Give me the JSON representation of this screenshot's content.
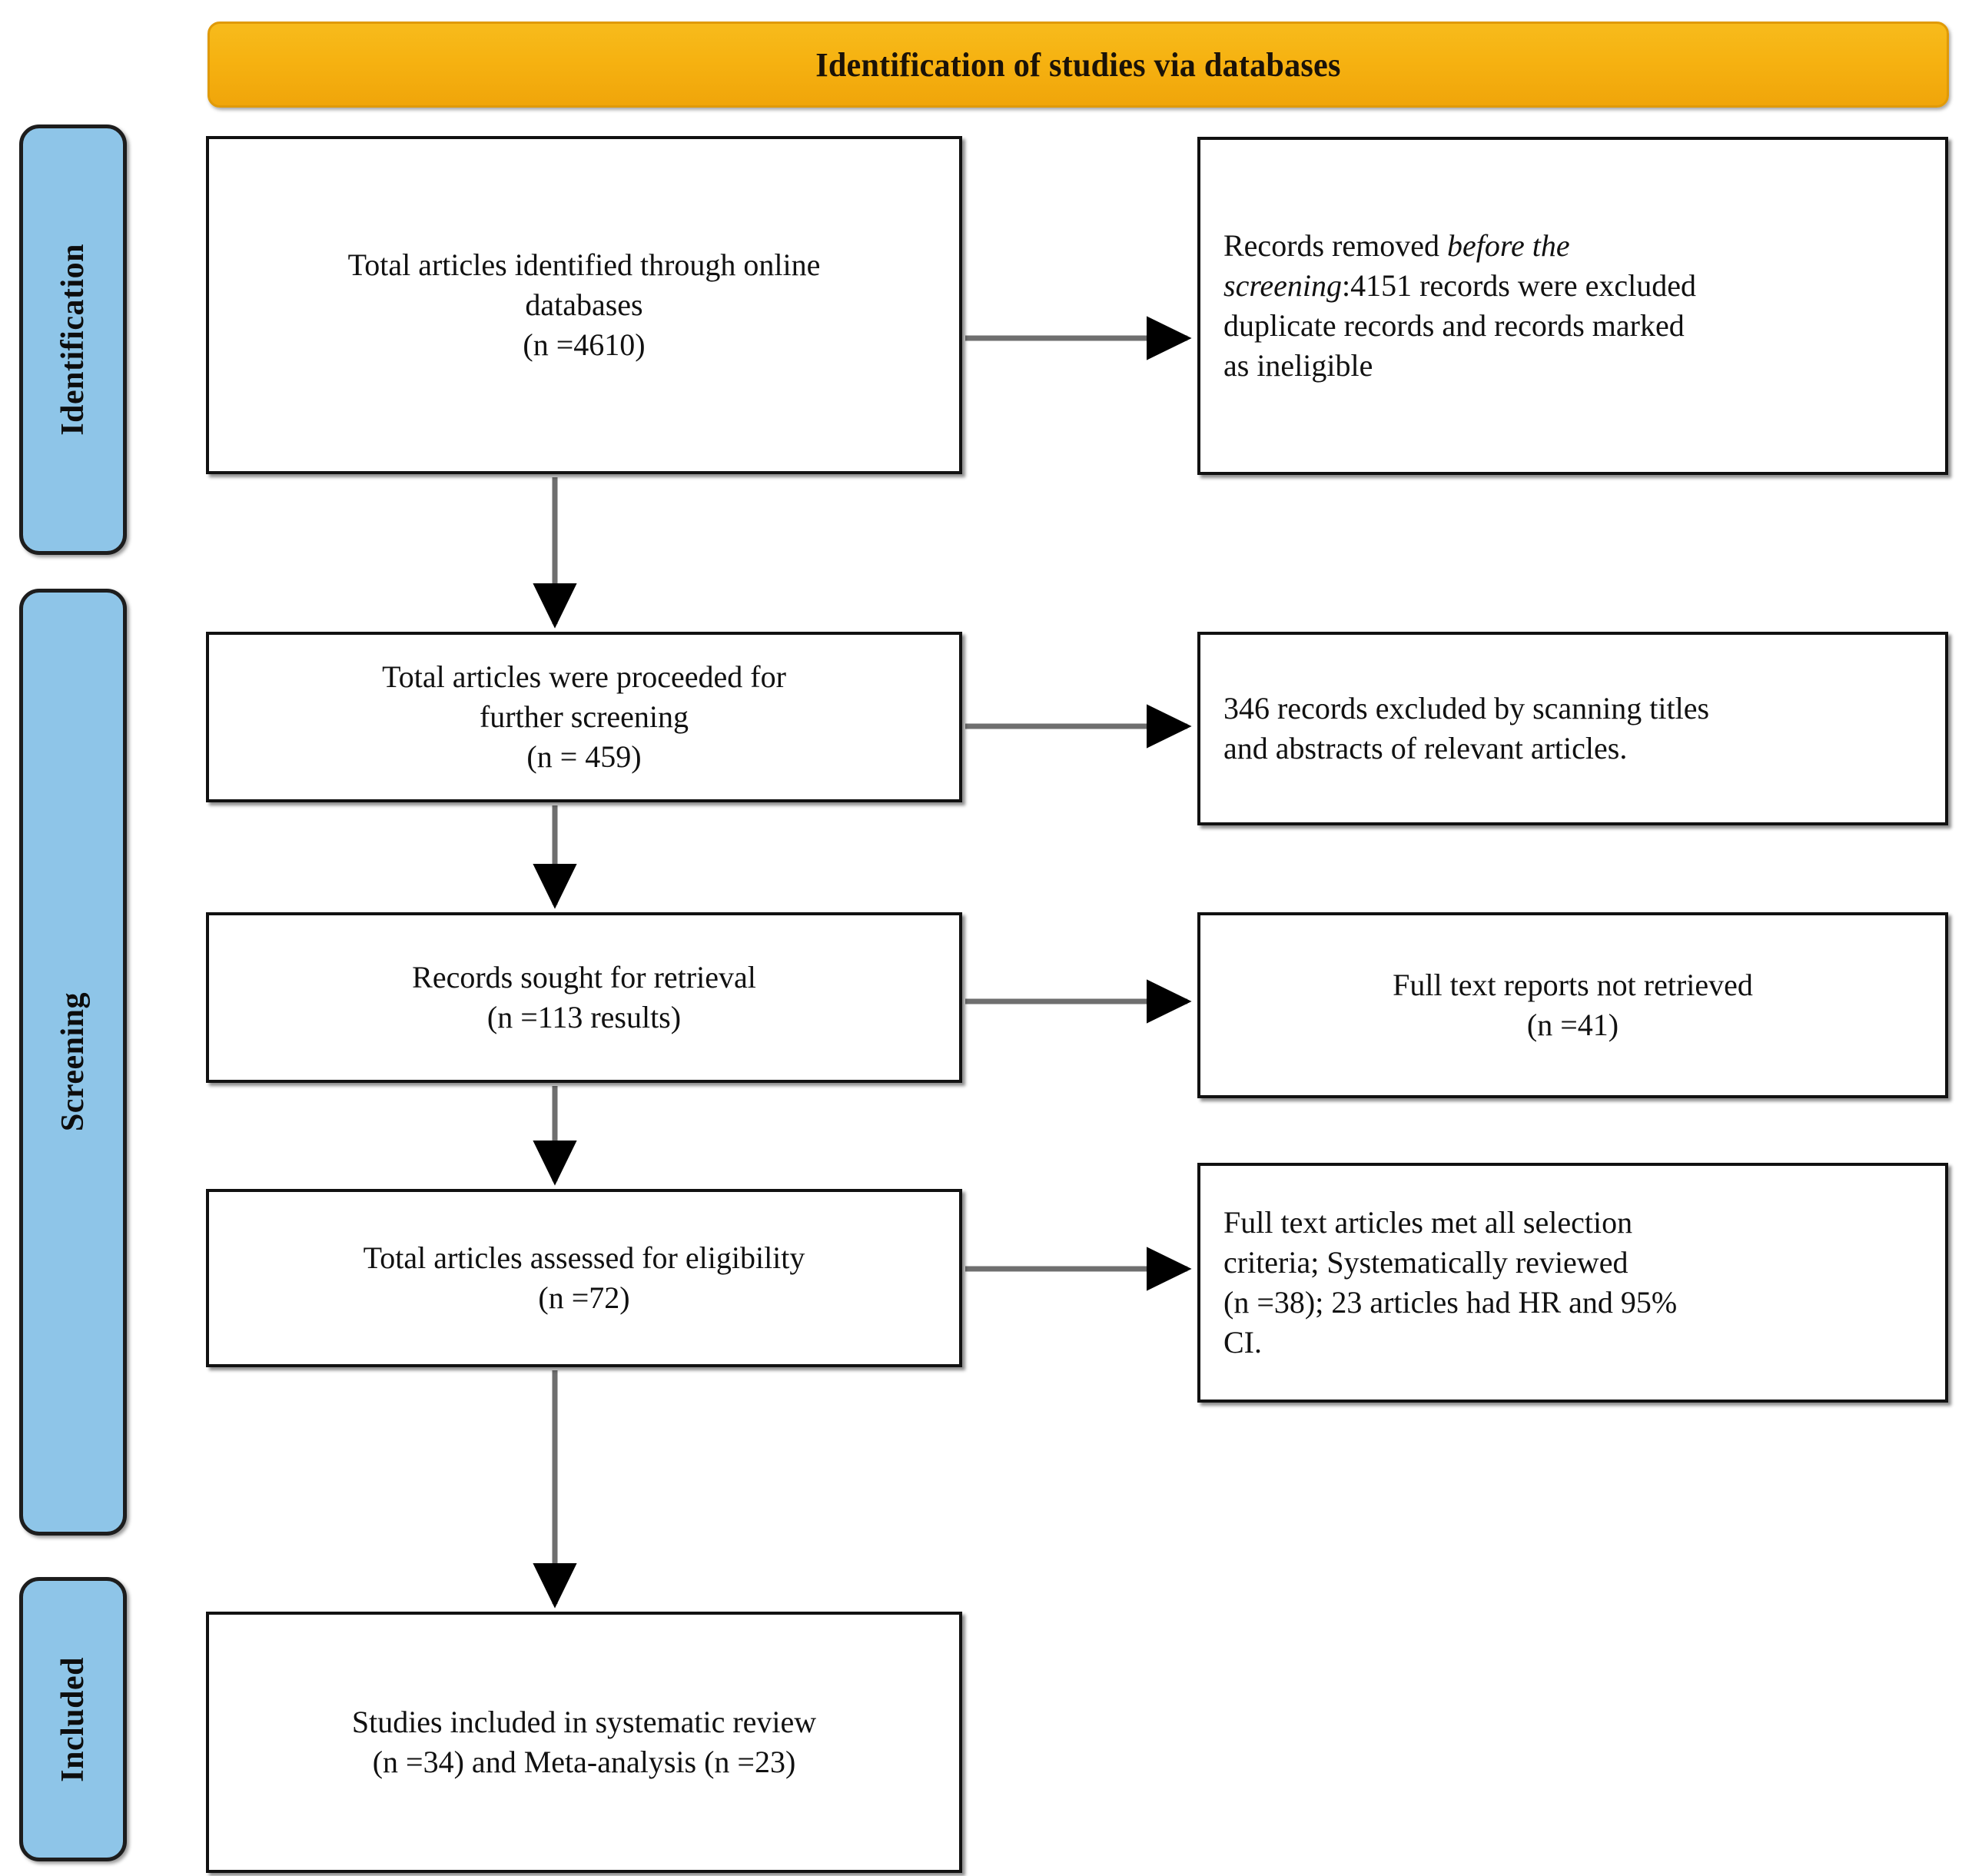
{
  "banner": {
    "title": "Identification of studies via databases",
    "color": "#F5B014"
  },
  "stages": [
    {
      "id": "identification",
      "label": "Identification",
      "color": "#8EC5E8"
    },
    {
      "id": "screening",
      "label": "Screening",
      "color": "#8EC5E8"
    },
    {
      "id": "included",
      "label": "Included",
      "color": "#8EC5E8"
    }
  ],
  "flow": {
    "identified": {
      "line1": "Total articles identified through online",
      "line2": "databases",
      "line3": "(n =4610)"
    },
    "removed": {
      "line1_pre": "Records removed ",
      "line1_em": "before the",
      "line2_em": "screening",
      "line2_post": ":4151 records were excluded",
      "line3": "duplicate records and  records marked",
      "line4": "as ineligible"
    },
    "screened": {
      "line1": "Total articles were proceeded for",
      "line2": "further screening",
      "line3": "(n = 459)"
    },
    "excluded_titles": {
      "line1": "346 records excluded by scanning titles",
      "line2": "and abstracts of relevant articles."
    },
    "sought": {
      "line1": "Records sought for retrieval",
      "line2": "(n =113 results)"
    },
    "not_retrieved": {
      "line1": "Full text reports not retrieved",
      "line2": "(n =41)"
    },
    "eligibility": {
      "line1": "Total articles assessed for eligibility",
      "line2": "(n =72)"
    },
    "met_criteria": {
      "line1": "Full text articles met all selection",
      "line2": "criteria; Systematically reviewed",
      "line3": "(n =38); 23 articles had HR and 95%",
      "line4": "CI."
    },
    "included": {
      "line1": "Studies included in systematic review",
      "line2": "(n =34) and Meta-analysis (n =23)"
    }
  },
  "chart_data": {
    "type": "diagram",
    "title": "Identification of studies via databases",
    "diagram_kind": "PRISMA flow diagram",
    "stages": [
      "Identification",
      "Screening",
      "Included"
    ],
    "nodes": [
      {
        "id": "identified",
        "stage": "Identification",
        "column": "left",
        "label": "Total articles identified through online databases",
        "n": 4610
      },
      {
        "id": "removed",
        "stage": "Identification",
        "column": "right",
        "label": "Records removed before the screening: duplicate records and records marked as ineligible",
        "n": 4151
      },
      {
        "id": "screened",
        "stage": "Screening",
        "column": "left",
        "label": "Total articles were proceeded for further screening",
        "n": 459
      },
      {
        "id": "excluded_titles",
        "stage": "Screening",
        "column": "right",
        "label": "Records excluded by scanning titles and abstracts of relevant articles",
        "n": 346
      },
      {
        "id": "sought",
        "stage": "Screening",
        "column": "left",
        "label": "Records sought for retrieval",
        "n": 113
      },
      {
        "id": "not_retrieved",
        "stage": "Screening",
        "column": "right",
        "label": "Full text reports not retrieved",
        "n": 41
      },
      {
        "id": "eligibility",
        "stage": "Screening",
        "column": "left",
        "label": "Total articles assessed for eligibility",
        "n": 72
      },
      {
        "id": "met_criteria",
        "stage": "Screening",
        "column": "right",
        "label": "Full text articles met all selection criteria; Systematically reviewed; articles had HR and 95% CI",
        "n": 38,
        "n_with_hr_ci": 23
      },
      {
        "id": "included",
        "stage": "Included",
        "column": "left",
        "label": "Studies included in systematic review and Meta-analysis",
        "n_systematic_review": 34,
        "n_meta_analysis": 23
      }
    ],
    "edges": [
      {
        "from": "identified",
        "to": "removed",
        "direction": "right"
      },
      {
        "from": "identified",
        "to": "screened",
        "direction": "down"
      },
      {
        "from": "screened",
        "to": "excluded_titles",
        "direction": "right"
      },
      {
        "from": "screened",
        "to": "sought",
        "direction": "down"
      },
      {
        "from": "sought",
        "to": "not_retrieved",
        "direction": "right"
      },
      {
        "from": "sought",
        "to": "eligibility",
        "direction": "down"
      },
      {
        "from": "eligibility",
        "to": "met_criteria",
        "direction": "right"
      },
      {
        "from": "eligibility",
        "to": "included",
        "direction": "down"
      }
    ]
  }
}
